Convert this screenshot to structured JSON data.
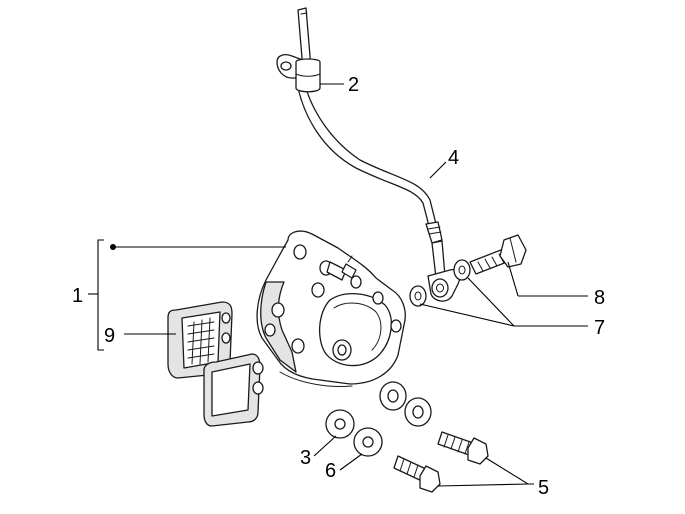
{
  "callouts": {
    "c1": "1",
    "c2": "2",
    "c3": "3",
    "c4": "4",
    "c5": "5",
    "c6": "6",
    "c7": "7",
    "c8": "8",
    "c9": "9"
  },
  "colors": {
    "line": "#1a1a1a",
    "background": "#ffffff",
    "shade": "#e4e4e4"
  }
}
